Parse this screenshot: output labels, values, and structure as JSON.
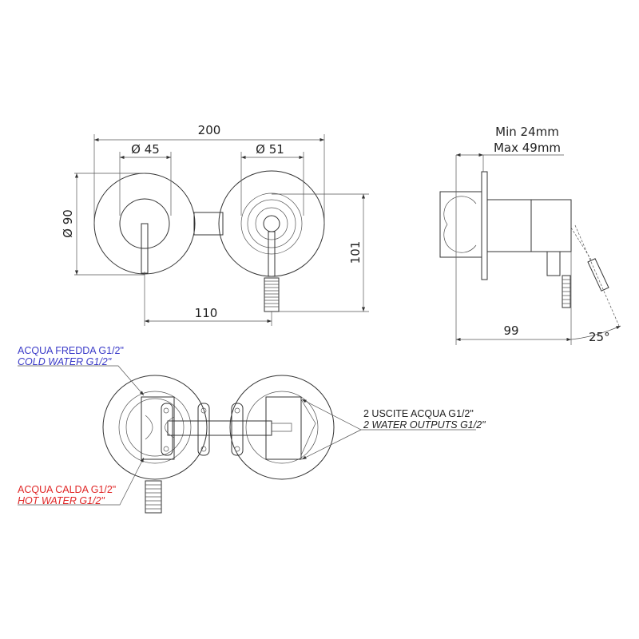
{
  "front_view": {
    "overall_width": "200",
    "left_diameter": "Ø 45",
    "right_diameter": "Ø 51",
    "rosette_diameter": "Ø 90",
    "height": "101",
    "centers_distance": "110"
  },
  "side_view": {
    "wall_min": "Min 24mm",
    "wall_max": "Max 49mm",
    "depth": "99",
    "lever_angle": "25°"
  },
  "back_view": {
    "cold_it": "ACQUA FREDDA G1/2\"",
    "cold_en": "COLD WATER G1/2\"",
    "hot_it": "ACQUA CALDA G1/2\"",
    "hot_en": "HOT WATER G1/2\"",
    "outputs_it": "2 USCITE ACQUA G1/2\"",
    "outputs_en": "2 WATER OUTPUTS G1/2\""
  },
  "colors": {
    "cold": "#3a3ac8",
    "hot": "#e02525",
    "line": "#333333"
  }
}
